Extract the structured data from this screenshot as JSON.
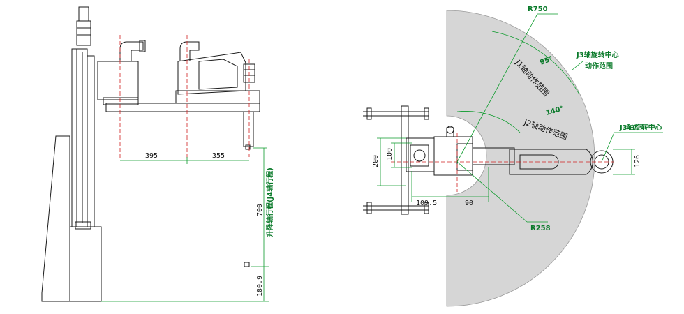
{
  "drawing": {
    "side_view": {
      "dimensions": {
        "arm1": "395",
        "arm2": "355",
        "stroke": "700",
        "stroke_note": "升降轴行程(J4轴行程)",
        "base_height": "180.9"
      }
    },
    "top_view": {
      "dimensions": {
        "r_outer": "R750",
        "r_inner": "R258",
        "j1_angle": "95°",
        "j2_angle": "140°",
        "width_200": "200",
        "width_100": "100",
        "offset_109_5": "109.5",
        "offset_90": "90",
        "tip_width": "126"
      },
      "labels": {
        "j1_zone": "J1轴动作范围",
        "j2_zone": "J2轴动作范围",
        "j3_center_top": "J3轴旋转中心",
        "action_range": "动作范围",
        "j3_center_right": "J3轴旋转中心"
      }
    },
    "colors": {
      "line": "#1a1a1a",
      "dimension": "#0a9a2a",
      "centerline": "#d02020",
      "zone_fill": "#d6d6d6"
    }
  }
}
